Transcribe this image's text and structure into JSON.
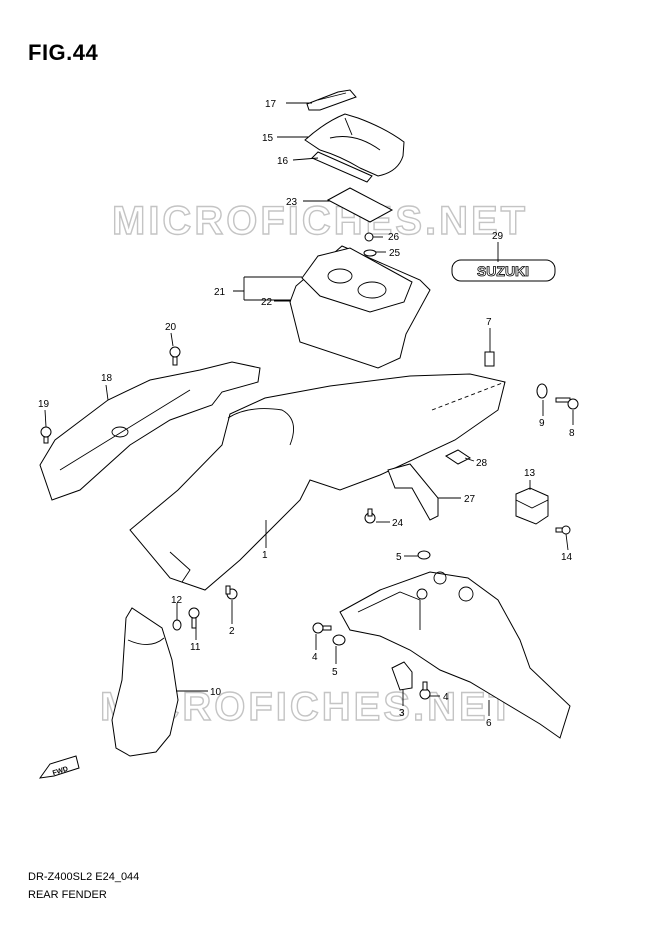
{
  "figure": {
    "title": "FIG.44",
    "model_code": "DR-Z400SL2 E24_044",
    "section": "REAR FENDER",
    "watermark": "MICROFICHES.NET",
    "emblem_text": "SUZUKI",
    "fwd_text": "FWD"
  },
  "callouts": [
    {
      "id": "17",
      "label": "17"
    },
    {
      "id": "15",
      "label": "15"
    },
    {
      "id": "16",
      "label": "16"
    },
    {
      "id": "23",
      "label": "23"
    },
    {
      "id": "26",
      "label": "26"
    },
    {
      "id": "25",
      "label": "25"
    },
    {
      "id": "29",
      "label": "29"
    },
    {
      "id": "21",
      "label": "21"
    },
    {
      "id": "22",
      "label": "22"
    },
    {
      "id": "20",
      "label": "20"
    },
    {
      "id": "7",
      "label": "7"
    },
    {
      "id": "18",
      "label": "18"
    },
    {
      "id": "19",
      "label": "19"
    },
    {
      "id": "9",
      "label": "9"
    },
    {
      "id": "8",
      "label": "8"
    },
    {
      "id": "28",
      "label": "28"
    },
    {
      "id": "13",
      "label": "13"
    },
    {
      "id": "27",
      "label": "27"
    },
    {
      "id": "24",
      "label": "24"
    },
    {
      "id": "1",
      "label": "1"
    },
    {
      "id": "14",
      "label": "14"
    },
    {
      "id": "5a",
      "label": "5"
    },
    {
      "id": "12",
      "label": "12"
    },
    {
      "id": "2",
      "label": "2"
    },
    {
      "id": "11",
      "label": "11"
    },
    {
      "id": "4a",
      "label": "4"
    },
    {
      "id": "5b",
      "label": "5"
    },
    {
      "id": "10",
      "label": "10"
    },
    {
      "id": "4b",
      "label": "4"
    },
    {
      "id": "3",
      "label": "3"
    },
    {
      "id": "6",
      "label": "6"
    }
  ]
}
